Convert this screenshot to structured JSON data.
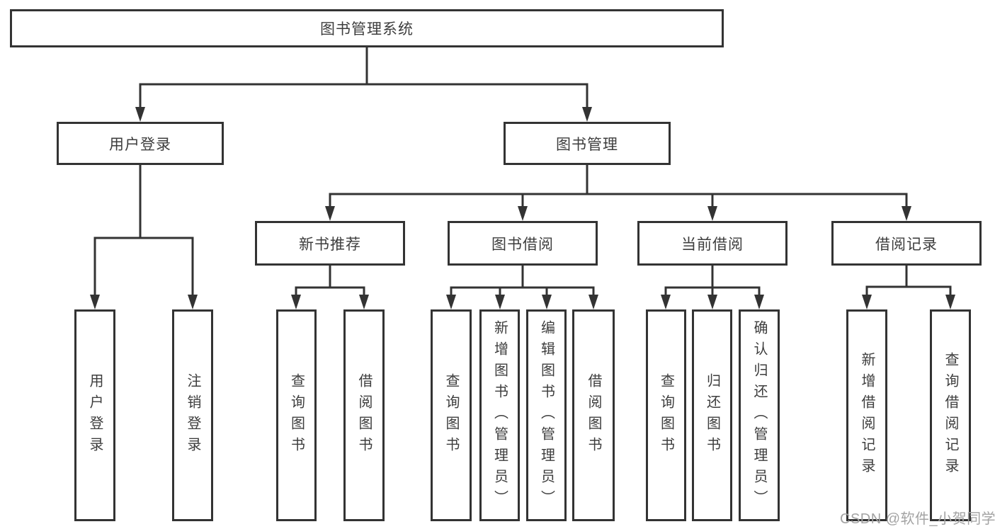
{
  "title": "图书管理系统",
  "watermark": "CSDN @软件_小贺同学",
  "colors": {
    "line": "#333333",
    "text": "#3d3d3d",
    "watermark": "#a3a3a3",
    "background": "#ffffff"
  },
  "tree": {
    "root": "图书管理系统",
    "userLogin": {
      "label": "用户登录",
      "leaves": [
        "用户登录",
        "注销登录"
      ]
    },
    "bookMgmt": {
      "label": "图书管理",
      "children": [
        {
          "label": "新书推荐",
          "leaves": [
            "查询图书",
            "借阅图书"
          ]
        },
        {
          "label": "图书借阅",
          "leaves": [
            "查询图书",
            "新增图书（管理员）",
            "编辑图书（管理员）",
            "借阅图书"
          ]
        },
        {
          "label": "当前借阅",
          "leaves": [
            "查询图书",
            "归还图书",
            "确认归还（管理员）"
          ]
        },
        {
          "label": "借阅记录",
          "leaves": [
            "新增借阅记录",
            "查询借阅记录"
          ]
        }
      ]
    }
  }
}
